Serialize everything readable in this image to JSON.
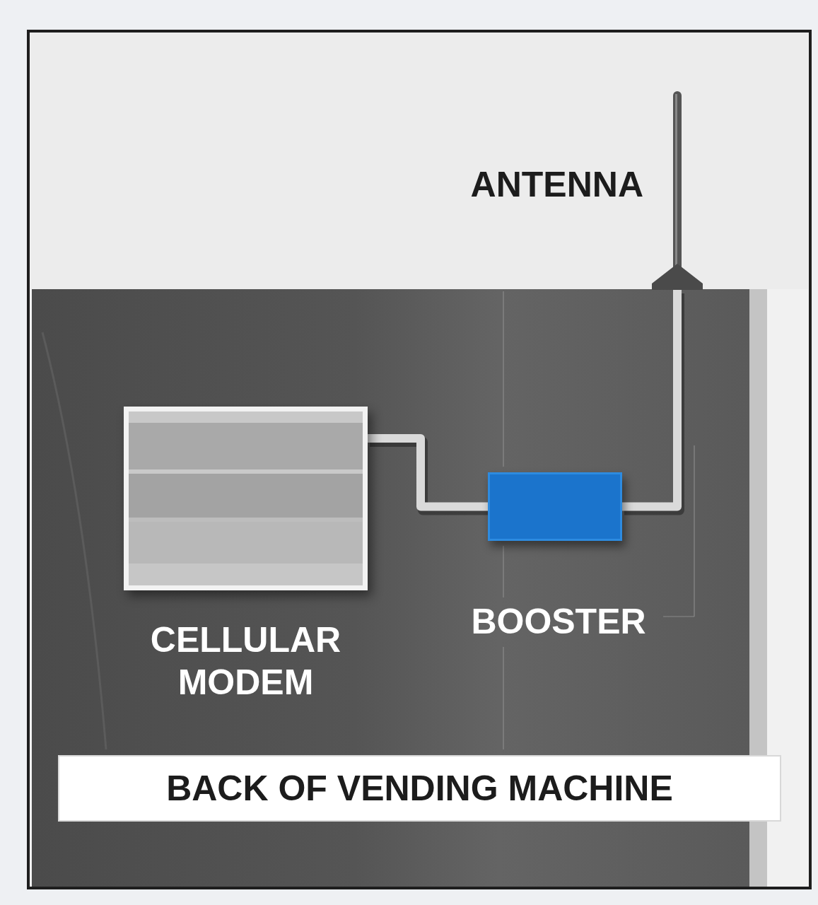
{
  "diagram": {
    "nodes": [
      {
        "text": [
          "ANTENNA"
        ]
      },
      {
        "text": [
          "CELLULAR MODEM"
        ]
      },
      {
        "text": [
          "BOOSTER"
        ]
      },
      {
        "text": [
          "BACK OF VENDING MACHINE"
        ]
      }
    ],
    "edges": [
      {
        "from": 1,
        "to": 2,
        "arrow": "none"
      },
      {
        "from": 2,
        "to": 0,
        "arrow": "none"
      }
    ]
  }
}
